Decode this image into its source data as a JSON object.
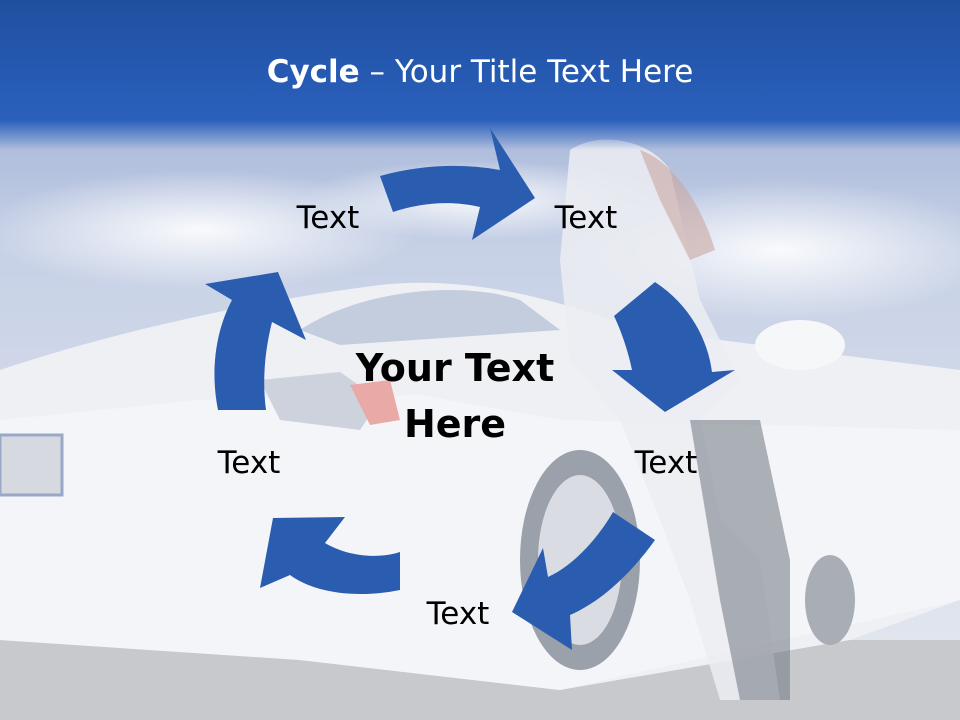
{
  "title": {
    "bold": "Cycle",
    "rest": " – Your Title Text Here"
  },
  "center_text": [
    "Your Text",
    "Here"
  ],
  "cycle_labels": [
    "Text",
    "Text",
    "Text",
    "Text",
    "Text"
  ],
  "colors": {
    "title_bar": "#2358b4",
    "arrow": "#2a5db0",
    "sky": "#c9d3e6"
  }
}
